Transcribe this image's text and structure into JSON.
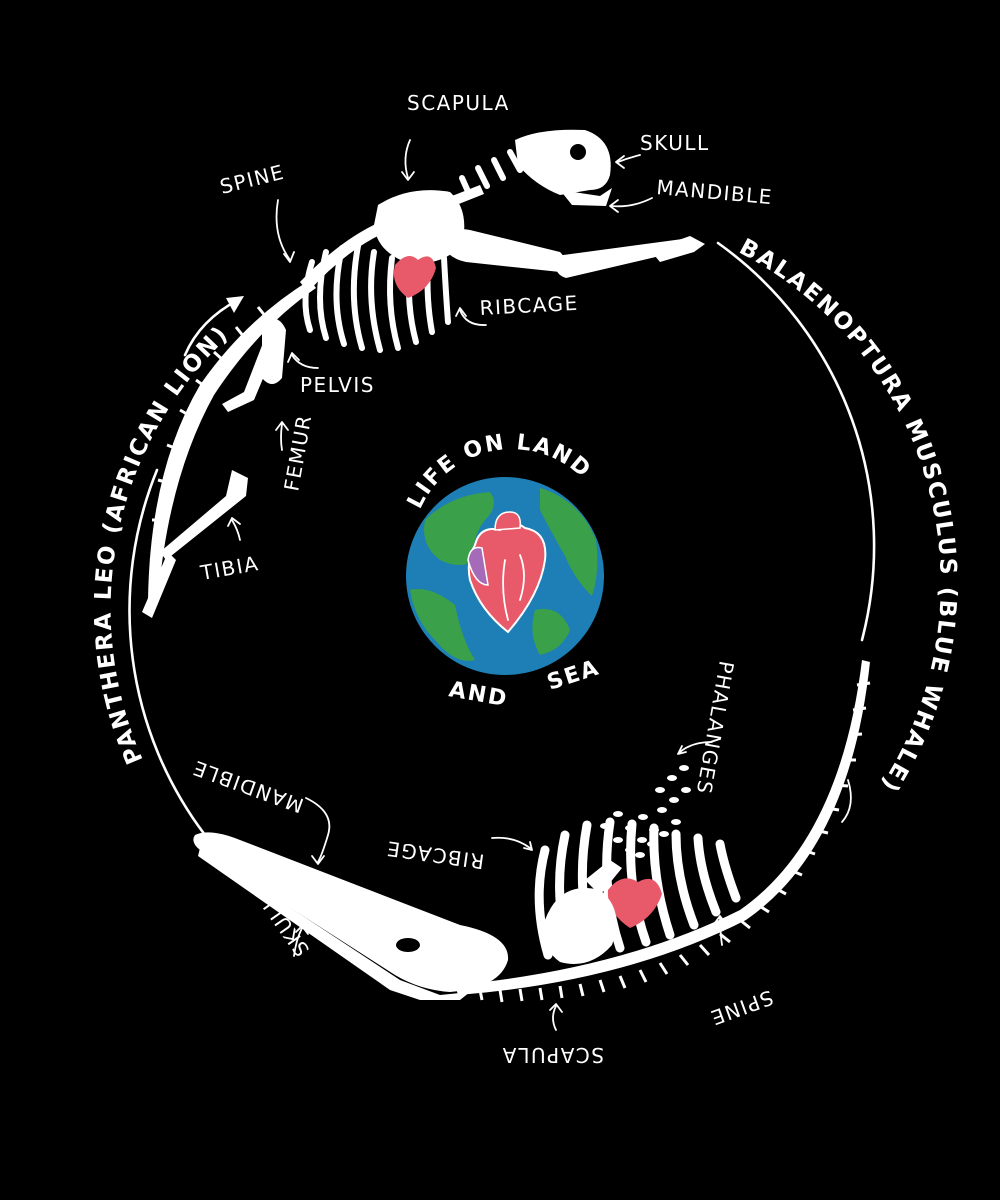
{
  "colors": {
    "background": "#000000",
    "bone": "#ffffff",
    "heart": "#e85a6a",
    "ocean": "#1d7fb5",
    "land": "#3aa04a"
  },
  "center": {
    "title_top": "LIFE ON LAND",
    "word_and": "AND",
    "word_sea": "SEA"
  },
  "lion": {
    "name": "PANTHERA LEO (AFRICAN LION)",
    "labels": {
      "scapula": "SCAPULA",
      "skull": "SKULL",
      "mandible": "MANDIBLE",
      "spine": "SPINE",
      "ribcage": "RIBCAGE",
      "pelvis": "PELVIS",
      "femur": "FEMUR",
      "tibia": "TIBIA"
    }
  },
  "whale": {
    "name": "BALAENOPTURA MUSCULUS (BLUE WHALE)",
    "labels": {
      "phalanges": "PHALANGES",
      "mandible": "MANDIBLE",
      "ribcage": "RIBCAGE",
      "skull": "SKULL",
      "scapula": "SCAPULA",
      "spine": "SPINE"
    }
  }
}
